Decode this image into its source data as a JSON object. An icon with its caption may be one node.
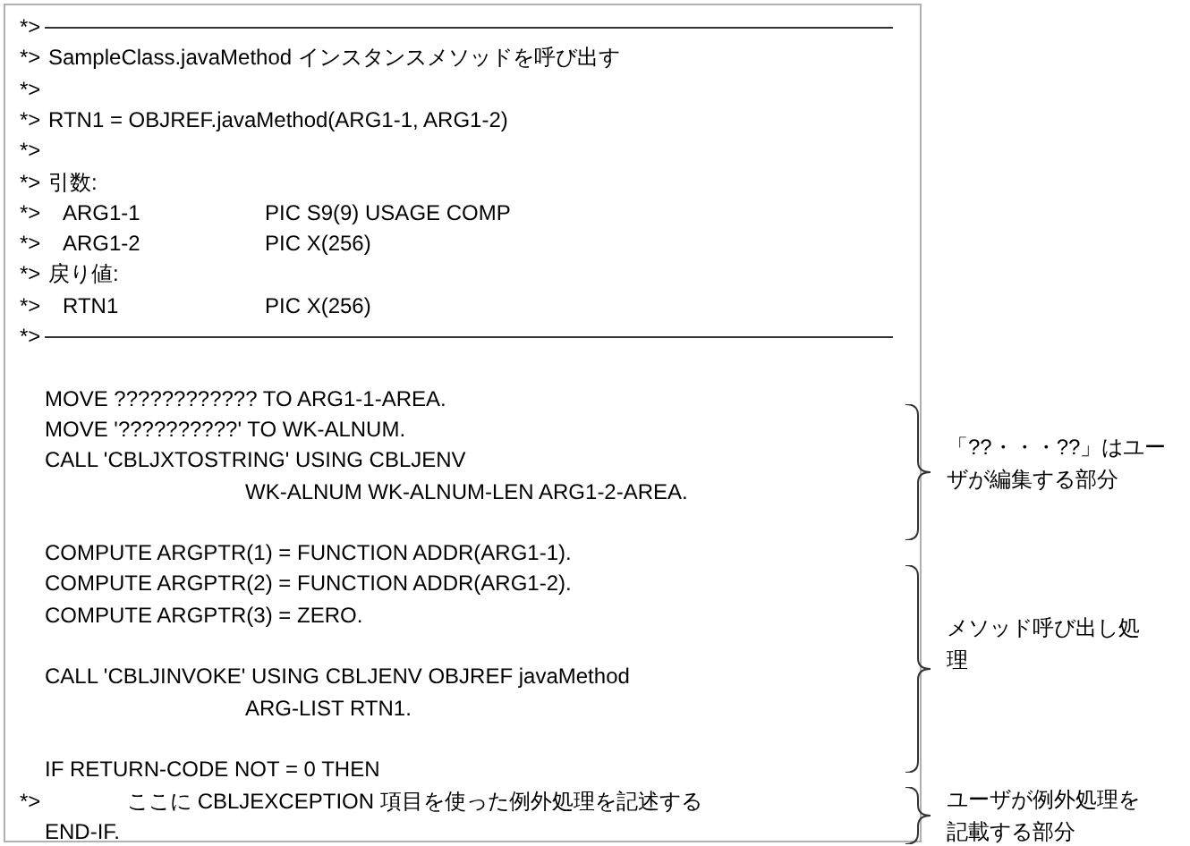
{
  "diagram": {
    "nodes": [
      {
        "text": [
          "*>",
          "*>",
          "SampleClass.javaMethod インスタンスメソッドを呼び出す",
          "*>",
          "*>",
          "RTN1 = OBJREF.javaMethod(ARG1-1, ARG1-2)",
          "*>",
          "*>",
          "引数:",
          "*>",
          "ARG1-1",
          "PIC S9(9) USAGE COMP",
          "*>",
          "ARG1-2",
          "PIC X(256)",
          "*>",
          "戻り値:",
          "*>",
          "RTN1",
          "PIC X(256)",
          "*>",
          "MOVE ???????????? TO ARG1-1-AREA.",
          "MOVE '??????????' TO WK-ALNUM.",
          "CALL 'CBLJXTOSTRING' USING CBLJENV",
          "WK-ALNUM WK-ALNUM-LEN ARG1-2-AREA.",
          "COMPUTE ARGPTR(1) = FUNCTION ADDR(ARG1-1).",
          "COMPUTE ARGPTR(2) = FUNCTION ADDR(ARG1-2).",
          "COMPUTE ARGPTR(3) = ZERO.",
          "CALL 'CBLJINVOKE' USING CBLJENV OBJREF javaMethod",
          "ARG-LIST RTN1.",
          "IF RETURN-CODE NOT = 0 THEN",
          "*>",
          "ここに CBLJEXCEPTION 項目を使った例外処理を記述する",
          "END-IF."
        ]
      }
    ],
    "labels": [
      "「??・・・??」はユーザが編集する部分",
      "メソッド呼び出し処理",
      "ユーザが例外処理を記載する部分"
    ]
  }
}
